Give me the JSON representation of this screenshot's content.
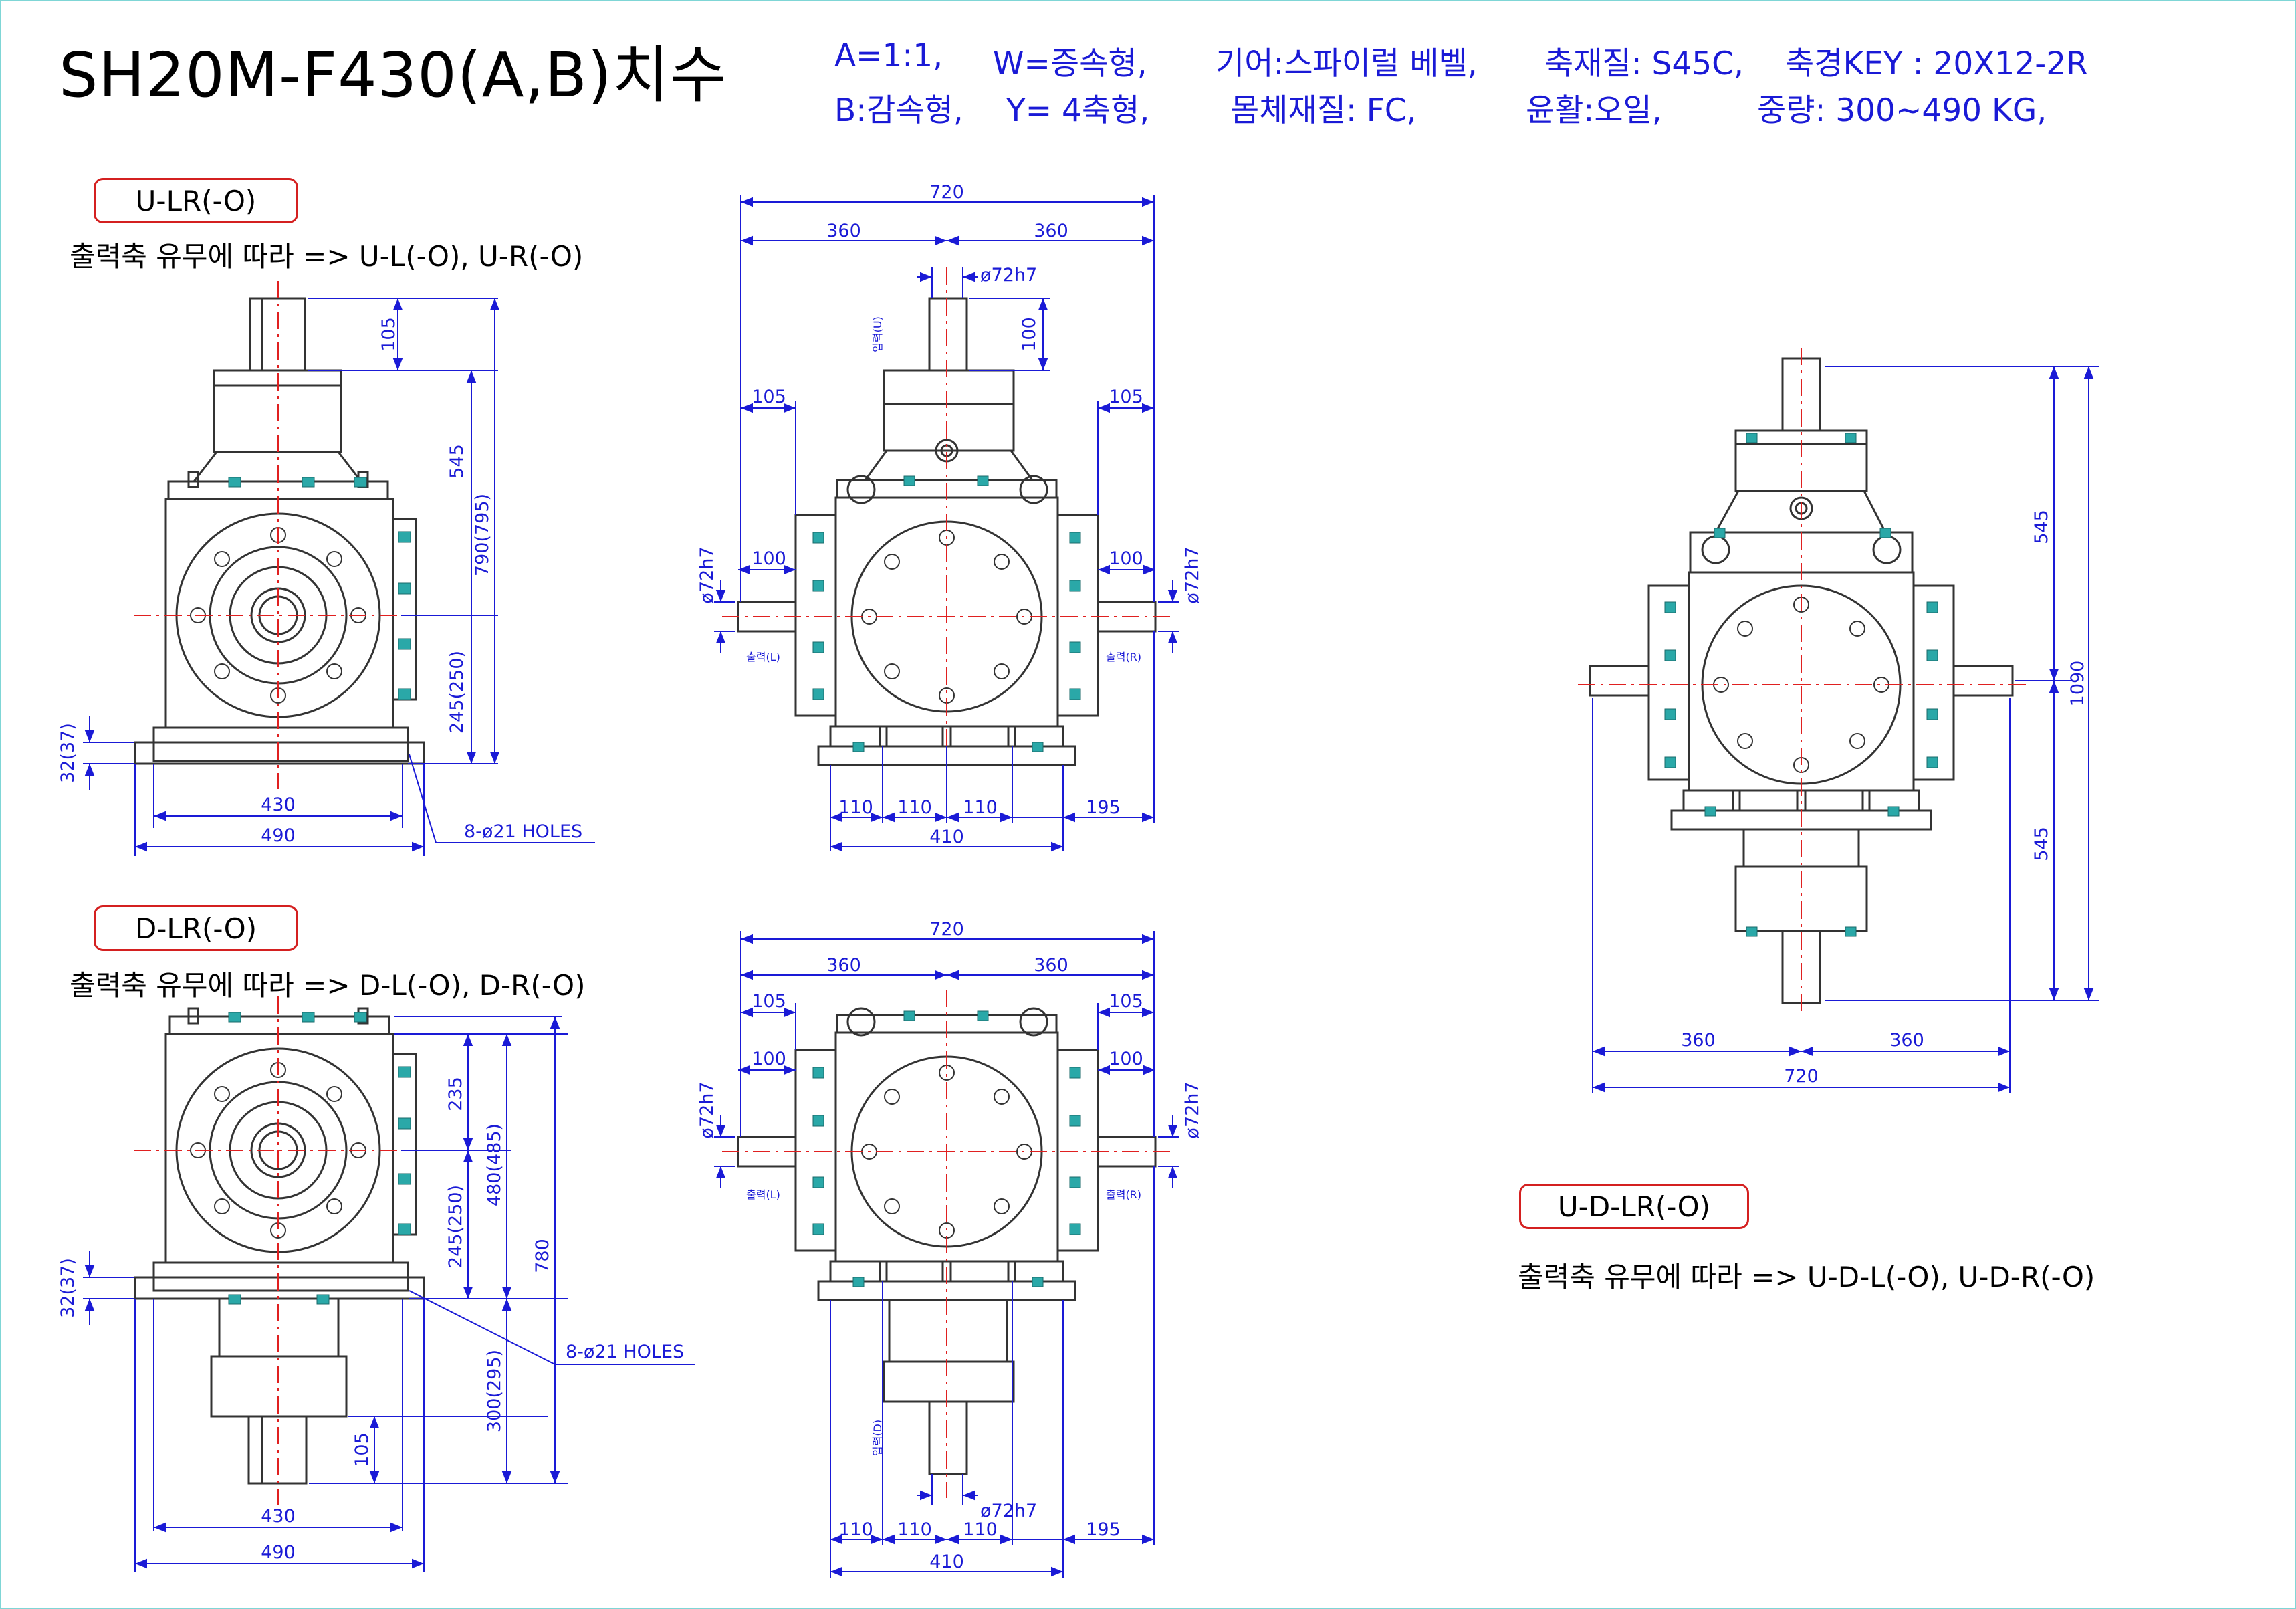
{
  "title": "SH20M-F430(A,B)치수",
  "specs": {
    "row1": [
      "A=1:1,",
      "W=증속형,",
      "기어:스파이럴 베벨,",
      "축재질: S45C,",
      "축경KEY : 20X12-2R"
    ],
    "row2": [
      "B:감속형,",
      "Y= 4축형,",
      "몸체재질: FC,",
      "윤활:오일,",
      "중량: 300~490 KG,"
    ]
  },
  "views": {
    "u_lr": {
      "label": "U-LR(-O)",
      "note": "출력축 유무에 따라 => U-L(-O), U-R(-O)"
    },
    "d_lr": {
      "label": "D-LR(-O)",
      "note": "출력축 유무에 따라 => D-L(-O), D-R(-O)"
    },
    "u_d_lr": {
      "label": "U-D-LR(-O)",
      "note": "출력축 유무에 따라 => U-D-L(-O), U-D-R(-O)"
    }
  },
  "dims": {
    "d720": "720",
    "d360": "360",
    "d105": "105",
    "d100": "100",
    "d545": "545",
    "d790": "790(795)",
    "d245": "245(250)",
    "d32": "32(37)",
    "d430": "430",
    "d490": "490",
    "d410": "410",
    "d110": "110",
    "d195": "195",
    "holes": "8-ø21 HOLES",
    "shaft": "ø72h7",
    "d1090": "1090",
    "d235": "235",
    "d480": "480(485)",
    "d780": "780",
    "d300": "300(295)"
  },
  "shaft_tags": {
    "u": "입력(U)",
    "d": "입력(D)",
    "l": "출력(L)",
    "r": "출력(R)"
  },
  "colors": {
    "dimension": "#1a1ad6",
    "centerline": "#e02020",
    "body": "#333333",
    "bolt": "#2aa8a8",
    "frame": "#7fd6d6"
  }
}
